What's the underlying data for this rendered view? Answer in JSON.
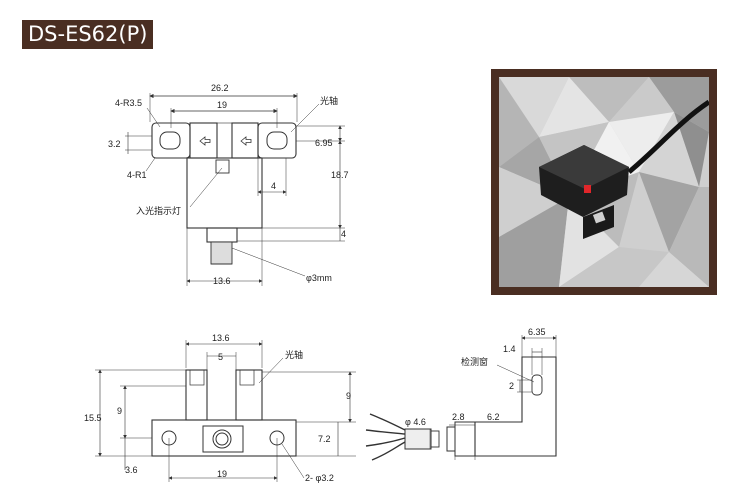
{
  "title": "DS-ES62(P)",
  "top_view": {
    "width_total": "26.2",
    "width_inner": "19",
    "corner_radius": "4-R3.5",
    "height_left": "3.2",
    "fillet": "4-R1",
    "optical_axis": "光轴",
    "axis_height": "6.95",
    "height_total": "18.7",
    "slot_width": "4",
    "indicator": "入光指示灯",
    "bottom_step": "4",
    "body_width": "13.6",
    "cable": "φ3mm"
  },
  "front_view": {
    "body_width": "13.6",
    "slot": "5",
    "optical_axis": "光轴",
    "height_total": "15.5",
    "height_9_left": "9",
    "height_9_right": "9",
    "height_72": "7.2",
    "height_36": "3.6",
    "hole_pitch": "19",
    "holes": "2- φ3.2"
  },
  "side_view": {
    "width_total": "6.35",
    "offset": "1.4",
    "detect_window": "检测窗",
    "window_height": "2",
    "cable_dia": "φ 4.6",
    "d28": "2.8",
    "d62": "6.2"
  },
  "photo": {
    "subject": "sensor-product-photo"
  },
  "colors": {
    "badge": "#4a2e22",
    "frame": "#4a2e22",
    "led": "#e0262a"
  }
}
